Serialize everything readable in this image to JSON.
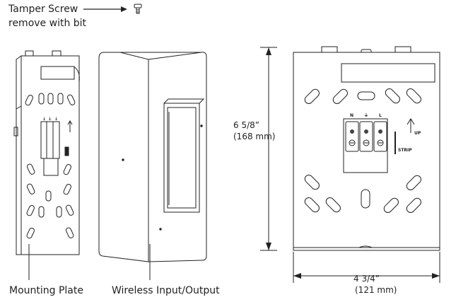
{
  "labels": {
    "tamper_line1": "Tamper Screw",
    "tamper_line2": "remove with bit",
    "mounting_plate": "Mounting Plate",
    "wireless_io": "Wireless Input/Output"
  },
  "dimensions": {
    "height_fraction": "6 5/8”",
    "height_mm": "(168 mm)",
    "width_fraction": "4 3/4”",
    "width_mm": "(121 mm)"
  },
  "terminal_marks": {
    "neutral": "N",
    "line": "L",
    "up": "UP",
    "strip": "STRIP"
  },
  "colors": {
    "line": "#222222",
    "background": "#ffffff",
    "terminal_screw": "#444444"
  }
}
